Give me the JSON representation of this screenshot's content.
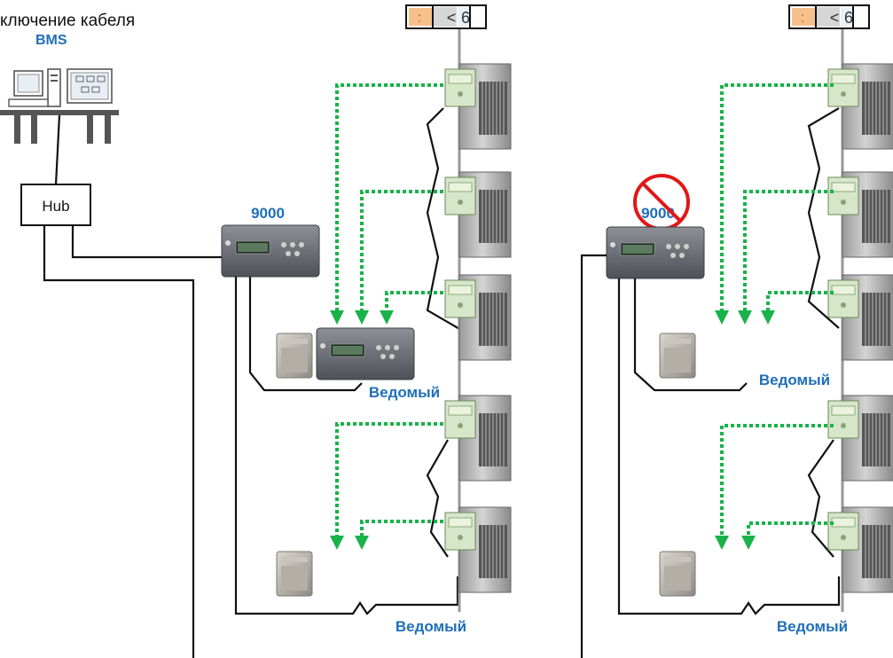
{
  "header": {
    "title": "ключение кабеля",
    "bms": "BMS"
  },
  "hub": {
    "label": "Hub"
  },
  "left_panel": {
    "controller_label": "9000",
    "slave_label_top": "Ведомый",
    "slave_label_bottom": "Ведомый"
  },
  "right_panel": {
    "controller_label": "9000",
    "slave_label_top": "Ведомый",
    "slave_label_bottom": "Ведомый"
  },
  "address_strip": {
    "colon": ":",
    "lt": "<",
    "six": "6"
  },
  "colors": {
    "accent_blue": "#1f6fb8",
    "signal_green": "#19b34a",
    "forbidden_red": "#e01818",
    "indicator_orange": "#f7c08a"
  },
  "icons": [
    "computer-icon",
    "server-icon",
    "prohibited-icon"
  ]
}
